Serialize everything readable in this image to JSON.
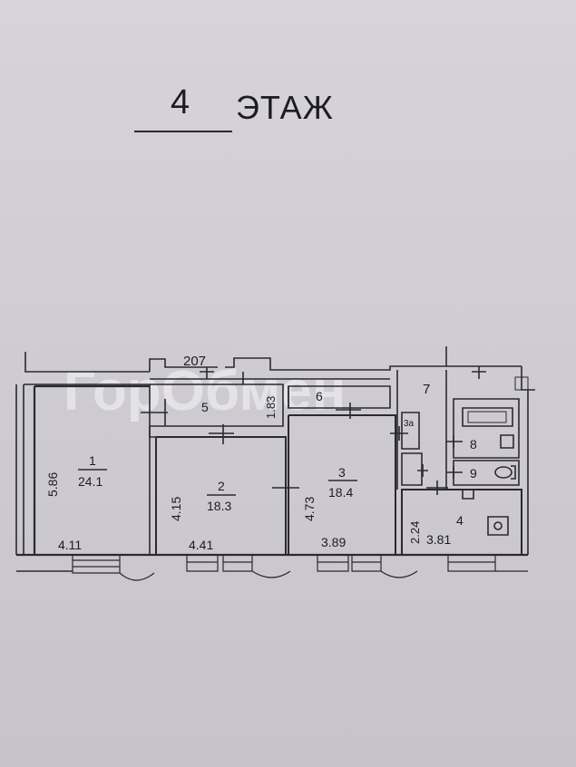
{
  "floor": {
    "number": "4",
    "word": "ЭТАЖ"
  },
  "watermark": "ГорОбмен",
  "corridor_label": "207",
  "rooms": [
    {
      "id": "1",
      "area": "24.1",
      "length": "5.86",
      "width": "4.11"
    },
    {
      "id": "2",
      "area": "18.3",
      "length": "4.15",
      "width": "4.41"
    },
    {
      "id": "3",
      "area": "18.4",
      "length": "4.73",
      "width": "3.89"
    },
    {
      "id": "4",
      "length": "2.24",
      "width": "3.81"
    },
    {
      "id": "5",
      "dimension": "1.83"
    },
    {
      "id": "6"
    },
    {
      "id": "7"
    },
    {
      "id": "8"
    },
    {
      "id": "9"
    },
    {
      "id": "3а"
    }
  ]
}
